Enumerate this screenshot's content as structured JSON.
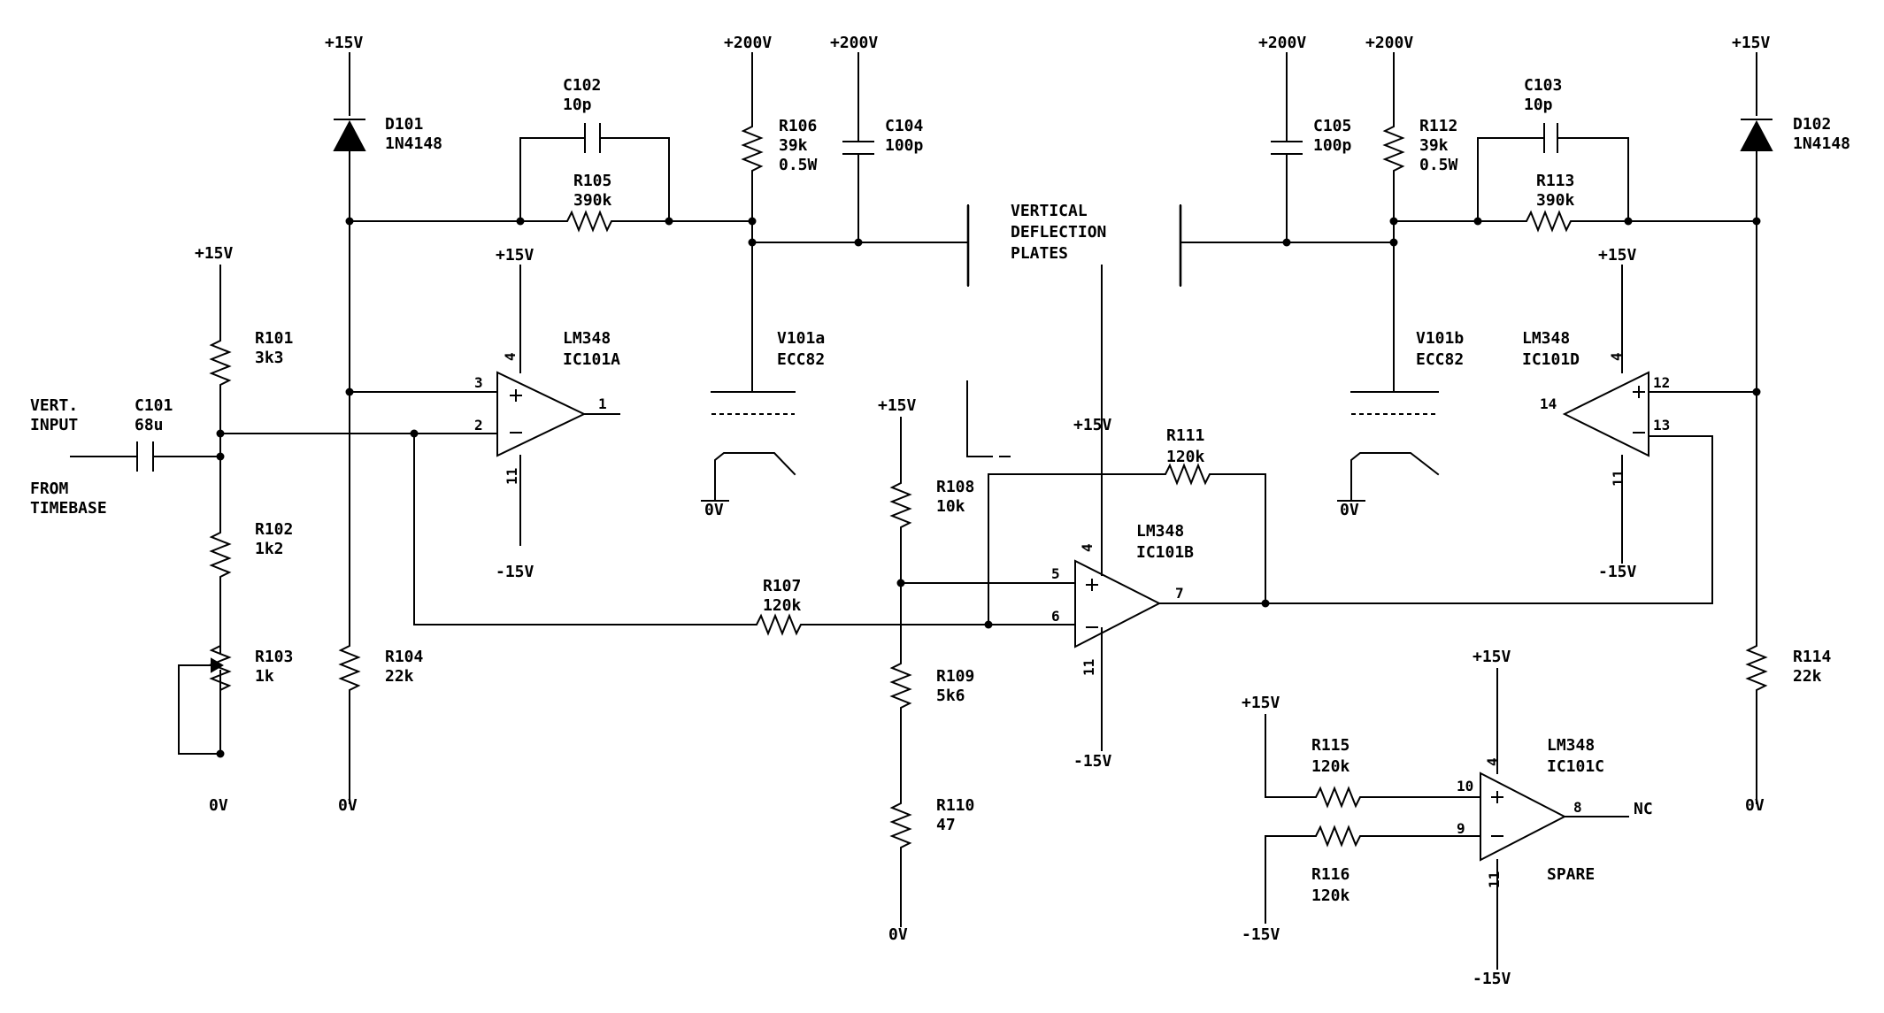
{
  "labels": {
    "in_vert": "VERT.",
    "in_input": "INPUT",
    "in_from": "FROM",
    "in_timebase": "TIMEBASE",
    "c101_ref": "C101",
    "c101_val": "68u",
    "r101_ref": "R101",
    "r101_val": "3k3",
    "r102_ref": "R102",
    "r102_val": "1k2",
    "r103_ref": "R103",
    "r103_val": "1k",
    "r104_ref": "R104",
    "r104_val": "22k",
    "d101_ref": "D101",
    "d101_val": "1N4148",
    "c102_ref": "C102",
    "c102_val": "10p",
    "r105_ref": "R105",
    "r105_val": "390k",
    "r106_ref": "R106",
    "r106_val": "39k",
    "r106_pwr": "0.5W",
    "c104_ref": "C104",
    "c104_val": "100p",
    "ic101a_type": "LM348",
    "ic101a_ref": "IC101A",
    "v101a_ref": "V101a",
    "v101a_type": "ECC82",
    "plates_1": "VERTICAL",
    "plates_2": "DEFLECTION",
    "plates_3": "PLATES",
    "c105_ref": "C105",
    "c105_val": "100p",
    "r112_ref": "R112",
    "r112_val": "39k",
    "r112_pwr": "0.5W",
    "c103_ref": "C103",
    "c103_val": "10p",
    "r113_ref": "R113",
    "r113_val": "390k",
    "d102_ref": "D102",
    "d102_val": "1N4148",
    "v101b_ref": "V101b",
    "v101b_type": "ECC82",
    "ic101d_type": "LM348",
    "ic101d_ref": "IC101D",
    "r114_ref": "R114",
    "r114_val": "22k",
    "r107_ref": "R107",
    "r107_val": "120k",
    "r108_ref": "R108",
    "r108_val": "10k",
    "r109_ref": "R109",
    "r109_val": "5k6",
    "r110_ref": "R110",
    "r110_val": "47",
    "r111_ref": "R111",
    "r111_val": "120k",
    "ic101b_type": "LM348",
    "ic101b_ref": "IC101B",
    "r115_ref": "R115",
    "r115_val": "120k",
    "r116_ref": "R116",
    "r116_val": "120k",
    "ic101c_type": "LM348",
    "ic101c_ref": "IC101C",
    "spare": "SPARE",
    "nc": "NC"
  },
  "rails": {
    "p15": "+15V",
    "m15": "-15V",
    "p200": "+200V",
    "gnd": "0V"
  },
  "pins": {
    "p1": "1",
    "p2": "2",
    "p3": "3",
    "p4": "4",
    "p6": "6",
    "p7": "7",
    "p5": "5",
    "p8": "8",
    "p9": "9",
    "p10": "10",
    "p11": "11",
    "p12": "12",
    "p13": "13",
    "p14": "14"
  }
}
